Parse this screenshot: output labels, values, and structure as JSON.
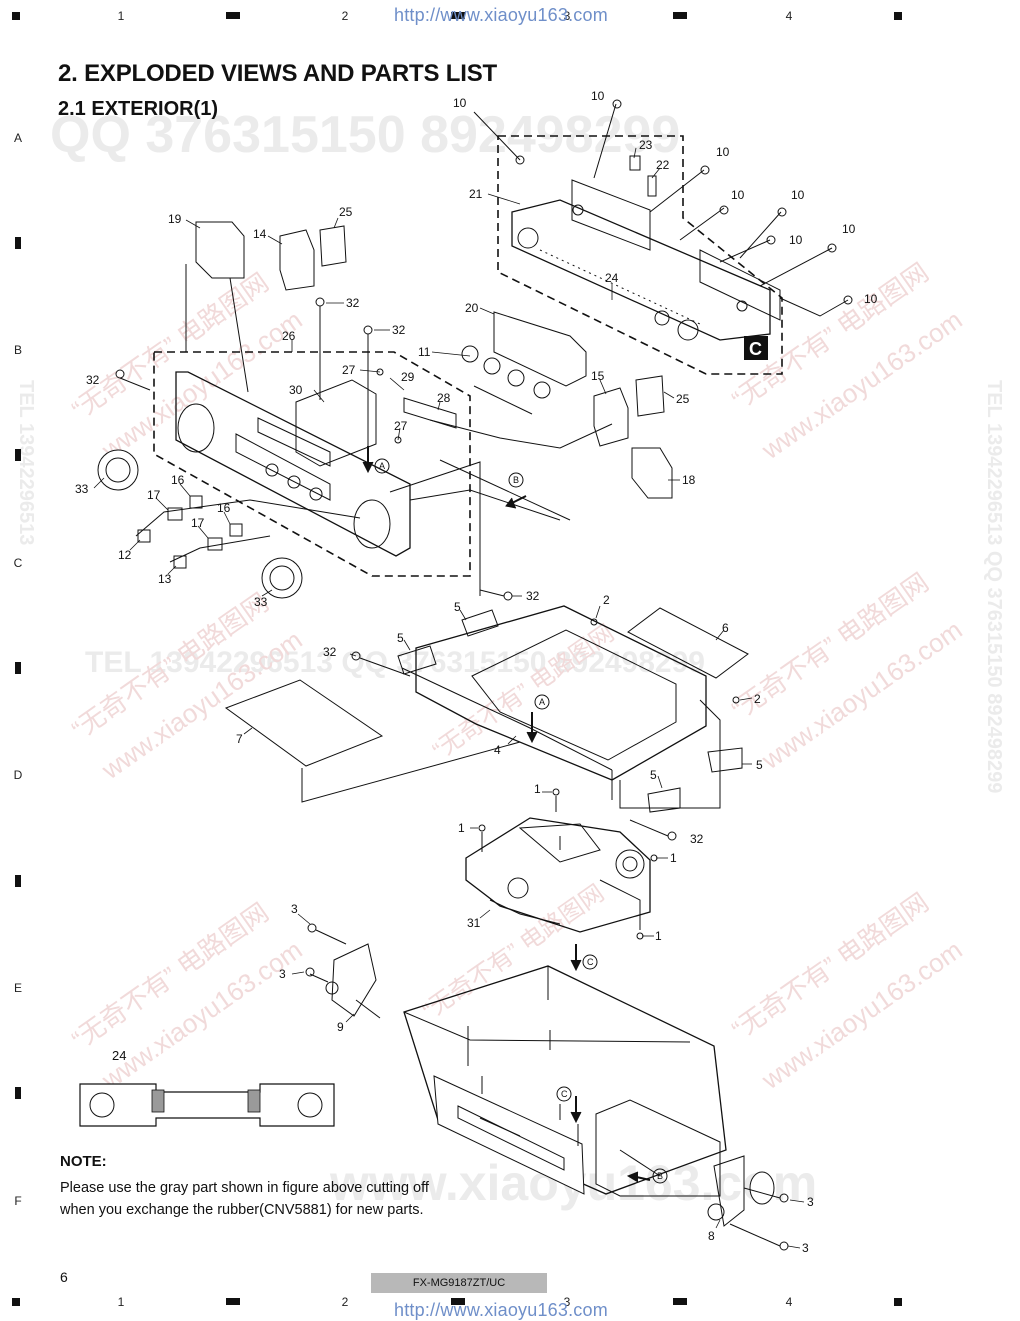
{
  "header": {
    "columns": [
      "1",
      "2",
      "3",
      "4"
    ],
    "url_top": "http://www.xiaoyu163.com"
  },
  "side_rows": [
    "A",
    "B",
    "C",
    "D",
    "E",
    "F"
  ],
  "title": "2. EXPLODED VIEWS AND PARTS LIST",
  "subtitle": "2.1 EXTERIOR(1)",
  "diagram": {
    "callouts": {
      "c1": "10",
      "c2": "10",
      "c3": "10",
      "c4": "10",
      "c5": "10",
      "c6": "10",
      "c7": "10",
      "c8": "10",
      "c9": "23",
      "c10": "22",
      "c11": "21",
      "c12": "24",
      "c13": "19",
      "c14": "14",
      "c15": "25",
      "c16": "32",
      "c17": "32",
      "c18": "20",
      "c19": "26",
      "c20": "11",
      "c21": "32",
      "c22": "27",
      "c23": "29",
      "c24": "30",
      "c25": "28",
      "c26": "27",
      "c27": "15",
      "c28": "25",
      "c29": "18",
      "c30": "33",
      "c31": "17",
      "c32": "16",
      "c33": "17",
      "c34": "16",
      "c35": "12",
      "c36": "13",
      "c37": "33",
      "c38": "32",
      "c39": "5",
      "c40": "2",
      "c41": "6",
      "c42": "32",
      "c43": "5",
      "c44": "7",
      "c45": "4",
      "c46": "2",
      "c47": "5",
      "c48": "5",
      "c49": "1",
      "c50": "1",
      "c51": "32",
      "c52": "1",
      "c53": "31",
      "c54": "1",
      "c55": "3",
      "c56": "3",
      "c57": "9",
      "c58": "3",
      "c59": "8",
      "c60": "3"
    },
    "ref_markers": {
      "a1": "A",
      "a2": "A",
      "b1": "B",
      "b2": "B",
      "c1": "C",
      "c2": "C"
    },
    "box_label": "C",
    "inset_label": "24"
  },
  "note": {
    "title": "NOTE:",
    "body": "Please use the gray part shown in figure above cutting off when you exchange the rubber(CNV5881) for new parts."
  },
  "footer": {
    "page_number": "6",
    "model": "FX-MG9187ZT/UC",
    "url_bottom": "http://www.xiaoyu163.com"
  },
  "watermarks": {
    "qq_top": "QQ 376315150  892498299",
    "tel_mid": "TEL 13942296513  QQ 376315150  892498299",
    "side_right": "TEL 13942296513  QQ 376315150  892498299",
    "side_left": "TEL 13942296513",
    "cn_text": "“无奇不有” 电路图网",
    "cn_url": "www.xiaoyu163.com"
  },
  "colors": {
    "url": "#6f8fc9",
    "model_bg": "#b8b8b8",
    "watermark": "#ebebeb"
  }
}
